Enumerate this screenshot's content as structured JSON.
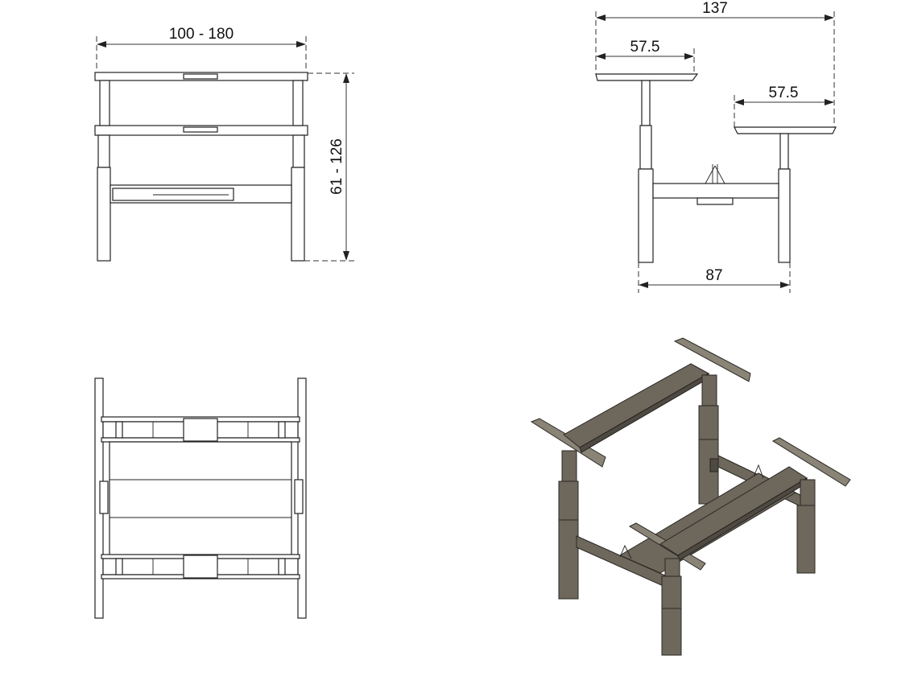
{
  "dimensions": {
    "width_range": "100 - 180",
    "height_range": "61 - 126",
    "total_depth": "137",
    "desk_depth_left": "57.5",
    "desk_depth_right": "57.5",
    "frame_depth": "87"
  },
  "colors": {
    "line": "#222222",
    "iso_fill": "#6d675c"
  }
}
